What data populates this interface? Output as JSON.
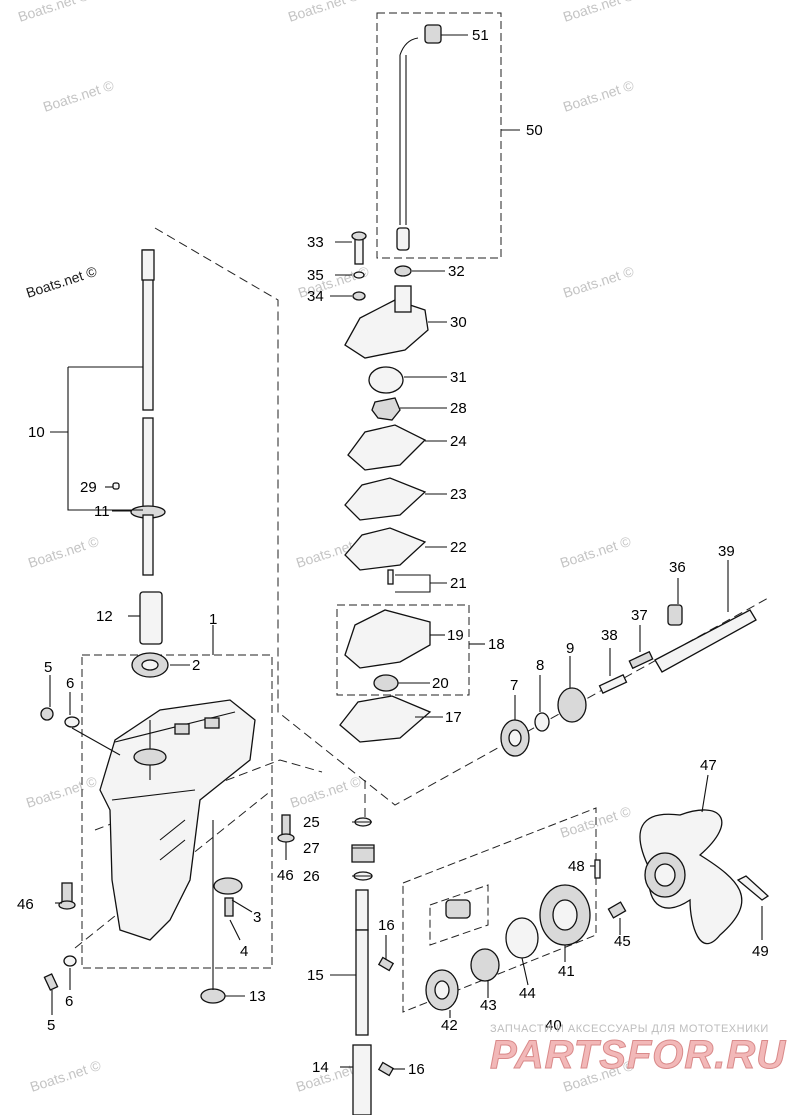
{
  "watermark": "Boats.net ©",
  "footer": {
    "tagline": "ЗАПЧАСТИ И АКСЕССУАРЫ ДЛЯ МОТОТЕХНИКИ",
    "brand": "PARTSFOR.RU"
  },
  "callouts": {
    "c1": "1",
    "c2": "2",
    "c3": "3",
    "c4": "4",
    "c5a": "5",
    "c5b": "5",
    "c6a": "6",
    "c6b": "6",
    "c7": "7",
    "c8": "8",
    "c9": "9",
    "c10": "10",
    "c11": "11",
    "c12": "12",
    "c13": "13",
    "c14": "14",
    "c15": "15",
    "c16a": "16",
    "c16b": "16",
    "c17": "17",
    "c18": "18",
    "c19": "19",
    "c20": "20",
    "c21": "21",
    "c22": "22",
    "c23": "23",
    "c24": "24",
    "c25": "25",
    "c26": "26",
    "c27": "27",
    "c28": "28",
    "c29": "29",
    "c30": "30",
    "c31": "31",
    "c32": "32",
    "c33": "33",
    "c34": "34",
    "c35": "35",
    "c36": "36",
    "c37": "37",
    "c38": "38",
    "c39": "39",
    "c40": "40",
    "c41": "41",
    "c42": "42",
    "c43": "43",
    "c44": "44",
    "c45": "45",
    "c46a": "46",
    "c46b": "46",
    "c47": "47",
    "c48": "48",
    "c49": "49",
    "c50": "50",
    "c51": "51"
  }
}
